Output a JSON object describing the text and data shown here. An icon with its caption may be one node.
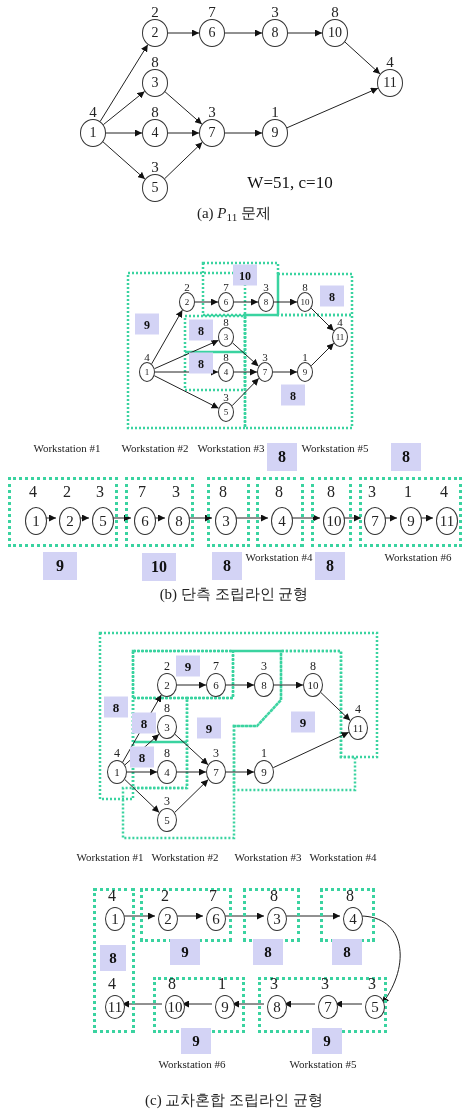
{
  "diagram": {
    "nodes": [
      {
        "text": [
          "1"
        ],
        "beside": [
          "4"
        ]
      },
      {
        "text": [
          "2"
        ],
        "beside": [
          "2"
        ]
      },
      {
        "text": [
          "3"
        ],
        "beside": [
          "8"
        ]
      },
      {
        "text": [
          "4"
        ],
        "beside": [
          "8"
        ]
      },
      {
        "text": [
          "5"
        ],
        "beside": [
          "3"
        ]
      },
      {
        "text": [
          "6"
        ],
        "beside": [
          "7"
        ]
      },
      {
        "text": [
          "7"
        ],
        "beside": [
          "3"
        ]
      },
      {
        "text": [
          "8"
        ],
        "beside": [
          "3"
        ]
      },
      {
        "text": [
          "9"
        ],
        "beside": [
          "1"
        ]
      },
      {
        "text": [
          "10"
        ],
        "beside": [
          "8"
        ]
      },
      {
        "text": [
          "11"
        ],
        "beside": [
          "4"
        ]
      },
      {
        "text": [
          "1"
        ],
        "beside": [
          "4"
        ]
      },
      {
        "text": [
          "2"
        ],
        "beside": [
          "2"
        ]
      },
      {
        "text": [
          "3"
        ],
        "beside": [
          "8"
        ]
      },
      {
        "text": [
          "4"
        ],
        "beside": [
          "8"
        ]
      },
      {
        "text": [
          "5"
        ],
        "beside": [
          "3"
        ]
      },
      {
        "text": [
          "6"
        ],
        "beside": [
          "7"
        ]
      },
      {
        "text": [
          "7"
        ],
        "beside": [
          "3"
        ]
      },
      {
        "text": [
          "8"
        ],
        "beside": [
          "3"
        ]
      },
      {
        "text": [
          "9"
        ],
        "beside": [
          "1"
        ]
      },
      {
        "text": [
          "10"
        ],
        "beside": [
          "8"
        ]
      },
      {
        "text": [
          "11"
        ],
        "beside": [
          "4"
        ]
      },
      {
        "text": [],
        "shape": "box",
        "beside": [
          "Workstation #1",
          "9"
        ]
      },
      {
        "text": [
          "1"
        ],
        "in": 22,
        "beside": [
          "4"
        ]
      },
      {
        "text": [
          "2"
        ],
        "in": 22,
        "beside": [
          "2"
        ]
      },
      {
        "text": [
          "5"
        ],
        "in": 22,
        "beside": [
          "3"
        ]
      },
      {
        "text": [],
        "shape": "box",
        "beside": [
          "Workstation #2",
          "10"
        ]
      },
      {
        "text": [
          "6"
        ],
        "in": 26,
        "beside": [
          "7"
        ]
      },
      {
        "text": [
          "8"
        ],
        "in": 26,
        "beside": [
          "3"
        ]
      },
      {
        "text": [],
        "shape": "box",
        "beside": [
          "Workstation #3",
          "8"
        ]
      },
      {
        "text": [
          "3"
        ],
        "in": 29,
        "beside": [
          "8"
        ]
      },
      {
        "text": [],
        "shape": "box",
        "beside": [
          "Workstation #4",
          "8"
        ]
      },
      {
        "text": [
          "4"
        ],
        "in": 31,
        "beside": [
          "8"
        ]
      },
      {
        "text": [],
        "shape": "box",
        "beside": [
          "Workstation #5",
          "8"
        ]
      },
      {
        "text": [
          "10"
        ],
        "in": 33,
        "beside": [
          "8"
        ]
      },
      {
        "text": [],
        "shape": "box",
        "beside": [
          "Workstation #6",
          "8"
        ]
      },
      {
        "text": [
          "7"
        ],
        "in": 35,
        "beside": [
          "3"
        ]
      },
      {
        "text": [
          "9"
        ],
        "in": 35,
        "beside": [
          "1"
        ]
      },
      {
        "text": [
          "11"
        ],
        "in": 35,
        "beside": [
          "4"
        ]
      },
      {
        "text": [
          "1"
        ],
        "beside": [
          "4"
        ]
      },
      {
        "text": [
          "2"
        ],
        "beside": [
          "2"
        ]
      },
      {
        "text": [
          "3"
        ],
        "beside": [
          "8"
        ]
      },
      {
        "text": [
          "4"
        ],
        "beside": [
          "8"
        ]
      },
      {
        "text": [
          "5"
        ],
        "beside": [
          "3"
        ]
      },
      {
        "text": [
          "6"
        ],
        "beside": [
          "7"
        ]
      },
      {
        "text": [
          "7"
        ],
        "beside": [
          "3"
        ]
      },
      {
        "text": [
          "8"
        ],
        "beside": [
          "3"
        ]
      },
      {
        "text": [
          "9"
        ],
        "beside": [
          "1"
        ]
      },
      {
        "text": [
          "10"
        ],
        "beside": [
          "8"
        ]
      },
      {
        "text": [
          "11"
        ],
        "beside": [
          "4"
        ]
      },
      {
        "text": [],
        "shape": "box",
        "beside": [
          "Workstation #1",
          "8"
        ]
      },
      {
        "text": [
          "1"
        ],
        "in": 50,
        "beside": [
          "4"
        ]
      },
      {
        "text": [
          "11"
        ],
        "in": 50,
        "beside": [
          "4"
        ]
      },
      {
        "text": [],
        "shape": "box",
        "beside": [
          "Workstation #2",
          "9"
        ]
      },
      {
        "text": [
          "2"
        ],
        "in": 53,
        "beside": [
          "2"
        ]
      },
      {
        "text": [
          "6"
        ],
        "in": 53,
        "beside": [
          "7"
        ]
      },
      {
        "text": [],
        "shape": "box",
        "beside": [
          "Workstation #3",
          "8"
        ]
      },
      {
        "text": [
          "3"
        ],
        "in": 56,
        "beside": [
          "8"
        ]
      },
      {
        "text": [],
        "shape": "box",
        "beside": [
          "Workstation #4",
          "8"
        ]
      },
      {
        "text": [
          "4"
        ],
        "in": 58,
        "beside": [
          "8"
        ]
      },
      {
        "text": [],
        "shape": "box",
        "beside": [
          "Workstation #6",
          "9"
        ]
      },
      {
        "text": [
          "10"
        ],
        "in": 60,
        "beside": [
          "8"
        ]
      },
      {
        "text": [
          "9"
        ],
        "in": 60,
        "beside": [
          "1"
        ]
      },
      {
        "text": [],
        "shape": "box",
        "beside": [
          "Workstation #5",
          "9"
        ]
      },
      {
        "text": [
          "8"
        ],
        "in": 63,
        "beside": [
          "3"
        ]
      },
      {
        "text": [
          "7"
        ],
        "in": 63,
        "beside": [
          "3"
        ]
      },
      {
        "text": [
          "5"
        ],
        "in": 63,
        "beside": [
          "3"
        ]
      }
    ],
    "edges": [
      {
        "from": 0,
        "to": 1,
        "arrow": "to"
      },
      {
        "from": 0,
        "to": 2,
        "arrow": "to"
      },
      {
        "from": 0,
        "to": 3,
        "arrow": "to"
      },
      {
        "from": 0,
        "to": 4,
        "arrow": "to"
      },
      {
        "from": 1,
        "to": 5,
        "arrow": "to"
      },
      {
        "from": 5,
        "to": 7,
        "arrow": "to"
      },
      {
        "from": 7,
        "to": 9,
        "arrow": "to"
      },
      {
        "from": 9,
        "to": 10,
        "arrow": "to"
      },
      {
        "from": 2,
        "to": 6,
        "arrow": "to"
      },
      {
        "from": 3,
        "to": 6,
        "arrow": "to"
      },
      {
        "from": 4,
        "to": 6,
        "arrow": "to"
      },
      {
        "from": 6,
        "to": 8,
        "arrow": "to"
      },
      {
        "from": 8,
        "to": 10,
        "arrow": "to"
      },
      {
        "from": 11,
        "to": 12,
        "arrow": "to"
      },
      {
        "from": 11,
        "to": 13,
        "arrow": "to"
      },
      {
        "from": 11,
        "to": 14,
        "arrow": "to"
      },
      {
        "from": 11,
        "to": 15,
        "arrow": "to"
      },
      {
        "from": 12,
        "to": 16,
        "arrow": "to"
      },
      {
        "from": 16,
        "to": 18,
        "arrow": "to"
      },
      {
        "from": 18,
        "to": 20,
        "arrow": "to"
      },
      {
        "from": 20,
        "to": 21,
        "arrow": "to"
      },
      {
        "from": 13,
        "to": 17,
        "arrow": "to"
      },
      {
        "from": 14,
        "to": 17,
        "arrow": "to"
      },
      {
        "from": 15,
        "to": 17,
        "arrow": "to"
      },
      {
        "from": 17,
        "to": 19,
        "arrow": "to"
      },
      {
        "from": 19,
        "to": 21,
        "arrow": "to"
      },
      {
        "from": 23,
        "to": 24,
        "arrow": "to"
      },
      {
        "from": 24,
        "to": 25,
        "arrow": "to"
      },
      {
        "from": 25,
        "to": 27,
        "arrow": "to"
      },
      {
        "from": 27,
        "to": 28,
        "arrow": "to"
      },
      {
        "from": 28,
        "to": 30,
        "arrow": "to"
      },
      {
        "from": 30,
        "to": 32,
        "arrow": "to"
      },
      {
        "from": 32,
        "to": 34,
        "arrow": "to"
      },
      {
        "from": 34,
        "to": 36,
        "arrow": "to"
      },
      {
        "from": 36,
        "to": 37,
        "arrow": "to"
      },
      {
        "from": 37,
        "to": 38,
        "arrow": "to"
      },
      {
        "from": 39,
        "to": 40,
        "arrow": "to"
      },
      {
        "from": 39,
        "to": 41,
        "arrow": "to"
      },
      {
        "from": 39,
        "to": 42,
        "arrow": "to"
      },
      {
        "from": 39,
        "to": 43,
        "arrow": "to"
      },
      {
        "from": 40,
        "to": 44,
        "arrow": "to"
      },
      {
        "from": 44,
        "to": 46,
        "arrow": "to"
      },
      {
        "from": 46,
        "to": 48,
        "arrow": "to"
      },
      {
        "from": 48,
        "to": 49,
        "arrow": "to"
      },
      {
        "from": 41,
        "to": 45,
        "arrow": "to"
      },
      {
        "from": 42,
        "to": 45,
        "arrow": "to"
      },
      {
        "from": 43,
        "to": 45,
        "arrow": "to"
      },
      {
        "from": 45,
        "to": 47,
        "arrow": "to"
      },
      {
        "from": 47,
        "to": 49,
        "arrow": "to"
      },
      {
        "from": 51,
        "to": 54,
        "arrow": "to"
      },
      {
        "from": 54,
        "to": 55,
        "arrow": "to"
      },
      {
        "from": 55,
        "to": 57,
        "arrow": "to"
      },
      {
        "from": 57,
        "to": 59,
        "arrow": "to"
      },
      {
        "from": 59,
        "to": 66,
        "arrow": "to"
      },
      {
        "from": 66,
        "to": 65,
        "arrow": "to"
      },
      {
        "from": 65,
        "to": 64,
        "arrow": "to"
      },
      {
        "from": 64,
        "to": 62,
        "arrow": "to"
      },
      {
        "from": 62,
        "to": 61,
        "arrow": "to"
      },
      {
        "from": 61,
        "to": 52,
        "arrow": "to"
      }
    ],
    "labels": [
      "W=51, c=10",
      "(a) *P*$_{11}$ 문제",
      "10",
      "8",
      "9",
      "8",
      "8",
      "8",
      "(b) 단측 조립라인 균형",
      "9",
      "8",
      "9",
      "8",
      "9",
      "8",
      "(c) 교차혼합 조립라인 균형"
    ]
  }
}
